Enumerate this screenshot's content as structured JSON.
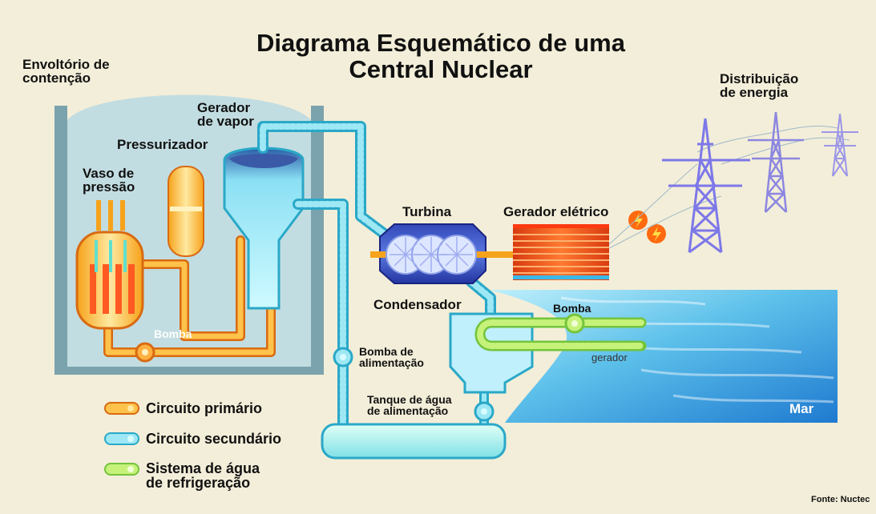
{
  "title_line1": "Diagrama Esquemático de uma",
  "title_line2": "Central Nuclear",
  "labels": {
    "containment": [
      "Envoltório de",
      "contenção"
    ],
    "steam_generator": [
      "Gerador",
      "de vapor"
    ],
    "pressurizer": "Pressurizador",
    "pressure_vessel": [
      "Vaso de",
      "pressão"
    ],
    "pump_primary": "Bomba",
    "turbine": "Turbina",
    "electric_generator": "Gerador elétrico",
    "distribution": [
      "Distribuição",
      "de energia"
    ],
    "condenser": "Condensador",
    "pump_cooling": "Bomba",
    "generator_small": "gerador",
    "feed_pump": [
      "Bomba de",
      "alimentação"
    ],
    "feed_tank": [
      "Tanque de água",
      "de alimentação"
    ],
    "sea": "Mar",
    "source": "Fonte: Nuctec"
  },
  "legend": [
    {
      "label": "Circuito primário",
      "color": "#ffc24a"
    },
    {
      "label": "Circuito secundário",
      "color": "#9ee8f5"
    },
    {
      "label": [
        "Sistema de água",
        "de refrigeração"
      ],
      "color": "#c6f27a"
    }
  ],
  "colors": {
    "background": "#f3eed9",
    "containment": "#b8d7dc",
    "primary": "#ffc24a",
    "secondary": "#9ee8f5",
    "cooling": "#c6f27a",
    "turbine": "#2c3aa8",
    "generator": "#f04a18",
    "tower": "#8c86e0",
    "sea": "#3aa6e0"
  }
}
